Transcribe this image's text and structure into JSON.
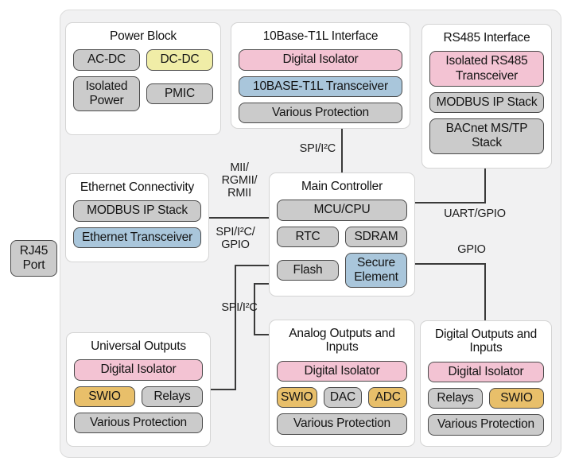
{
  "colors": {
    "block_gray": "#cbcbcb",
    "block_pink": "#f3c3d3",
    "block_blue": "#a9c6db",
    "block_yellow": "#f0eda7",
    "block_gold": "#e8bf6a",
    "container_bg": "#f1f1f2",
    "wire": "#3a3a3a"
  },
  "rj45": {
    "label": "RJ45 Port"
  },
  "panels": {
    "power": {
      "title": "Power Block",
      "blocks": {
        "acdc": "AC-DC",
        "dcdc": "DC-DC",
        "isolated_power": "Isolated Power",
        "pmic": "PMIC"
      }
    },
    "t1l": {
      "title": "10Base-T1L Interface",
      "blocks": {
        "digital_isolator": "Digital Isolator",
        "transceiver": "10BASE-T1L Transceiver",
        "protection": "Various Protection"
      }
    },
    "rs485": {
      "title": "RS485 Interface",
      "blocks": {
        "transceiver": "Isolated RS485 Transceiver",
        "modbus": "MODBUS IP Stack",
        "bacnet": "BACnet MS/TP Stack"
      }
    },
    "ethernet": {
      "title": "Ethernet Connectivity",
      "blocks": {
        "modbus": "MODBUS IP Stack",
        "transceiver": "Ethernet Transceiver"
      }
    },
    "main": {
      "title": "Main Controller",
      "blocks": {
        "mcu": "MCU/CPU",
        "rtc": "RTC",
        "sdram": "SDRAM",
        "flash": "Flash",
        "secure": "Secure Element"
      }
    },
    "universal": {
      "title": "Universal Outputs",
      "blocks": {
        "digital_isolator": "Digital Isolator",
        "swio": "SWIO",
        "relays": "Relays",
        "protection": "Various Protection"
      }
    },
    "analog": {
      "title": "Analog Outputs and Inputs",
      "blocks": {
        "digital_isolator": "Digital Isolator",
        "swio": "SWIO",
        "dac": "DAC",
        "adc": "ADC",
        "protection": "Various Protection"
      }
    },
    "digital": {
      "title": "Digital Outputs and Inputs",
      "blocks": {
        "digital_isolator": "Digital Isolator",
        "relays": "Relays",
        "swio": "SWIO",
        "protection": "Various Protection"
      }
    }
  },
  "connections": {
    "spi_i2c_top": "SPI/I²C",
    "mii_rgmii_rmii": "MII/\nRGMII/\nRMII",
    "spi_i2c_gpio": "SPI/I²C/\nGPIO",
    "spi_i2c_bottom": "SPI/I²C",
    "uart_gpio": "UART/GPIO",
    "gpio": "GPIO"
  }
}
